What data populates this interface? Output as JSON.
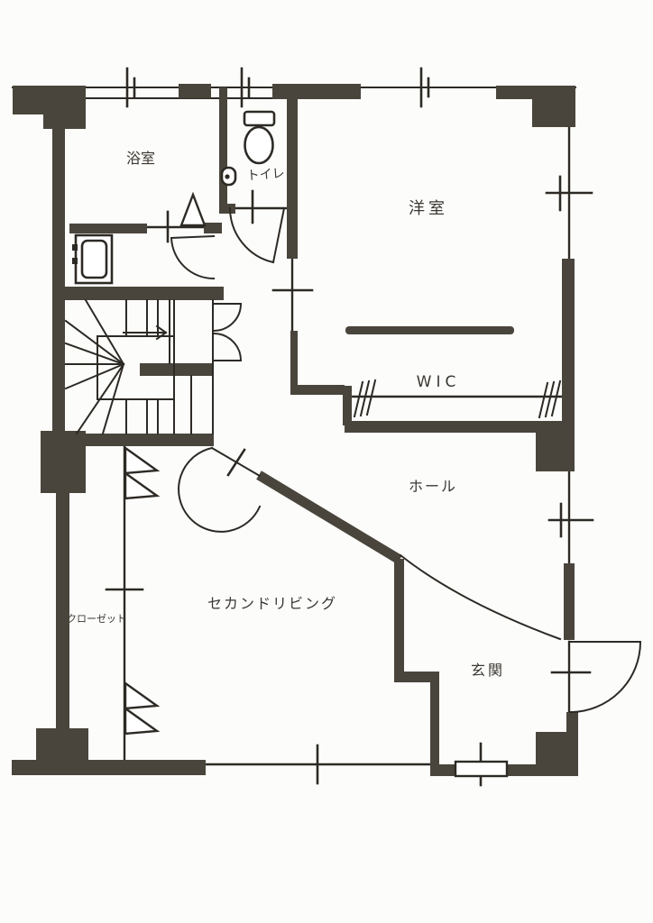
{
  "floor_plan": {
    "type": "floor-plan",
    "rooms": {
      "bathroom": {
        "label": "浴室"
      },
      "toilet": {
        "label": "トイレ"
      },
      "western_room": {
        "label": "洋室"
      },
      "wic": {
        "label": "WIC"
      },
      "hall": {
        "label": "ホール"
      },
      "second_living": {
        "label": "セカンドリビング"
      },
      "closet": {
        "label": "クローゼット"
      },
      "entrance": {
        "label": "玄関"
      }
    },
    "colors": {
      "wall": "#4a453c",
      "line": "#2d2a25",
      "background": "#fcfcfa",
      "text": "#3b3833"
    }
  }
}
